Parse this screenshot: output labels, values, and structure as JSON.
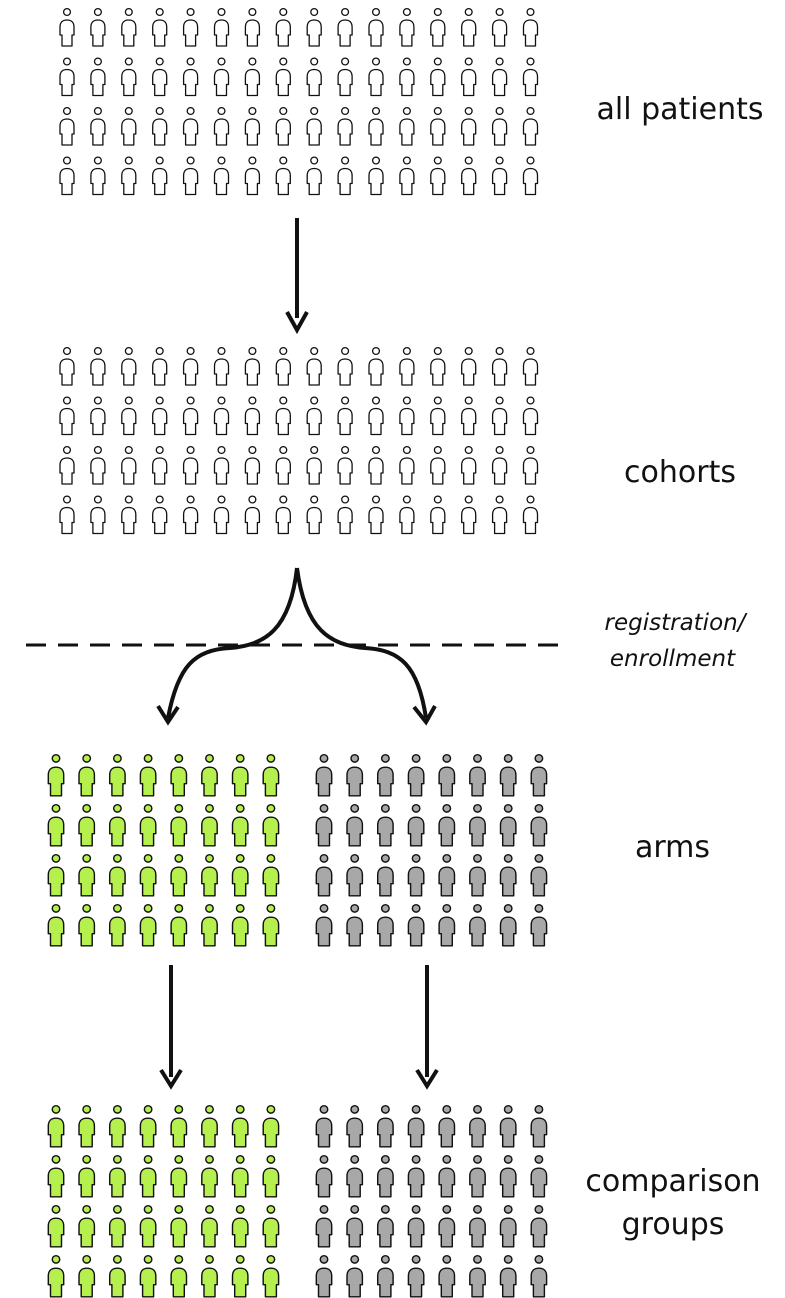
{
  "labels": {
    "all_patients": "all patients",
    "cohorts": "cohorts",
    "registration_line1": "registration/",
    "registration_line2": "enrollment",
    "arms": "arms",
    "comparison_line1": "comparison",
    "comparison_line2": "groups"
  },
  "grids": [
    {
      "id": "all-patients",
      "rows": 4,
      "cols": 16,
      "fill": "#ffffff"
    },
    {
      "id": "cohorts",
      "rows": 4,
      "cols": 16,
      "fill": "#ffffff"
    },
    {
      "id": "arm-green",
      "rows": 4,
      "cols": 8,
      "fill": "#b6f04f"
    },
    {
      "id": "arm-grey",
      "rows": 4,
      "cols": 8,
      "fill": "#a8a8a8"
    },
    {
      "id": "comparison-green",
      "rows": 4,
      "cols": 8,
      "fill": "#b6f04f"
    },
    {
      "id": "comparison-grey",
      "rows": 4,
      "cols": 8,
      "fill": "#a8a8a8"
    }
  ],
  "colors": {
    "stroke": "#111111",
    "arm_green": "#b6f04f",
    "arm_grey": "#a8a8a8"
  }
}
